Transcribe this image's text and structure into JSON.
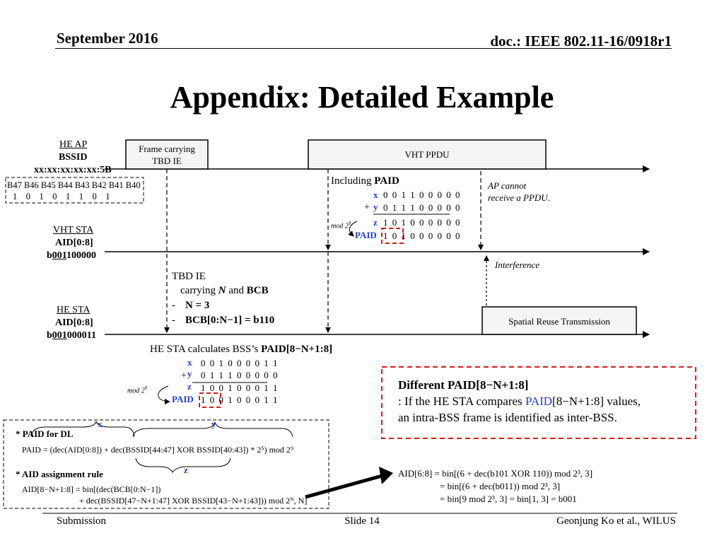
{
  "header": {
    "date": "September 2016",
    "doc": "doc.: IEEE 802.11-16/0918r1"
  },
  "title": "Appendix: Detailed Example",
  "ap": {
    "l1": "HE AP",
    "l2": "BSSID",
    "l3": "xx:xx:xx:xx:xx:5B",
    "bits_hdr": "B47 B46 B45 B44 B43 B42 B41 B40",
    "bits_val": "1    0    1    0    1    1    0    1"
  },
  "frame_box": {
    "l1": "Frame carrying",
    "l2": "TBD IE"
  },
  "vht_ppdu": "VHT PPDU",
  "including": {
    "pre": "Including ",
    "bold": "PAID"
  },
  "top_calc": {
    "x_label": "x",
    "x_val": "0 0 1 1 0 0 0 0 0",
    "plus": "+",
    "y_label": "y",
    "y_val": "0 1 1 1 0 0 0 0 0",
    "mod": "mod 2",
    "mod_exp": "9",
    "z_label": "z",
    "z_val": "1 0 1 0 0 0 0 0 0",
    "paid_label": "PAID",
    "paid_val": "1 0 1 0 0 0 0 0 0"
  },
  "ap_cannot": {
    "l1": "AP cannot",
    "l2": "receive a PPDU."
  },
  "vht_sta": {
    "l1": "VHT STA",
    "l2": "AID[0:8]",
    "l3a": "b",
    "l3u": "001",
    "l3b": "100000"
  },
  "interference": "Interference",
  "tbd_ie": {
    "l1": "TBD IE",
    "l2a": "carrying ",
    "l2n": "N",
    "l2b": " and ",
    "l2c": "BCB",
    "l3dash": "-",
    "l3": "N = 3",
    "l4dash": "-",
    "l4": "BCB[0:N−1] = b110"
  },
  "he_sta": {
    "l1": "HE STA",
    "l2": "AID[0:8]",
    "l3a": "b",
    "l3u": "001",
    "l3b": "000011"
  },
  "spatial_reuse": "Spatial Reuse Transmission",
  "he_calc": {
    "pre": "HE STA calculates BSS’s ",
    "bold": "PAID[8−N+1:8]"
  },
  "bottom_calc": {
    "x_label": "x",
    "x_val": "0 0 1 0 0 0 0 1 1",
    "plus": "+",
    "y_label": "y",
    "y_val": "0 1 1 1 0 0 0 0 0",
    "mod": "mod 2",
    "mod_exp": "9",
    "z_label": "z",
    "z_val": "1 0 0 1 0 0 0 1 1",
    "paid_label": "PAID",
    "paid_val": "1 0 0 1 0 0 0 1 1"
  },
  "different_box": {
    "title": "Different PAID[8−N+1:8]",
    "line2a": ": If the HE STA compares ",
    "line2b": "PAID",
    "line2c": "[8−N+1:8] values,",
    "line3": "an intra-BSS frame is identified as inter-BSS."
  },
  "rules": {
    "x_tag": "x",
    "y_tag": "y",
    "z_tag": "z",
    "paid_dl": "* PAID for DL",
    "paid_formula": "PAID = (dec(AID[0:8]) + dec(BSSID[44:47] XOR BSSID[40:43]) * 2⁵) mod 2⁹",
    "aid_rule": "* AID assignment rule",
    "aid_formula1": "AID[8−N+1:8] = bin[(dec(BCB[0:N−1])",
    "aid_formula2": "+ dec(BSSID[47−N+1:47] XOR BSSID[43−N+1:43])) mod 2ᴺ, N]"
  },
  "aid_calc": {
    "l1": "AID[6:8] = bin[(6 + dec(b101 XOR 110)) mod 2³, 3]",
    "l2": "= bin[(6 + dec(b011)) mod 2³, 3]",
    "l3": "= bin[9 mod 2³, 3] = bin[1, 3] = b001"
  },
  "footer": {
    "left": "Submission",
    "center": "Slide 14",
    "right": "Geonjung Ko et al., WILUS"
  }
}
